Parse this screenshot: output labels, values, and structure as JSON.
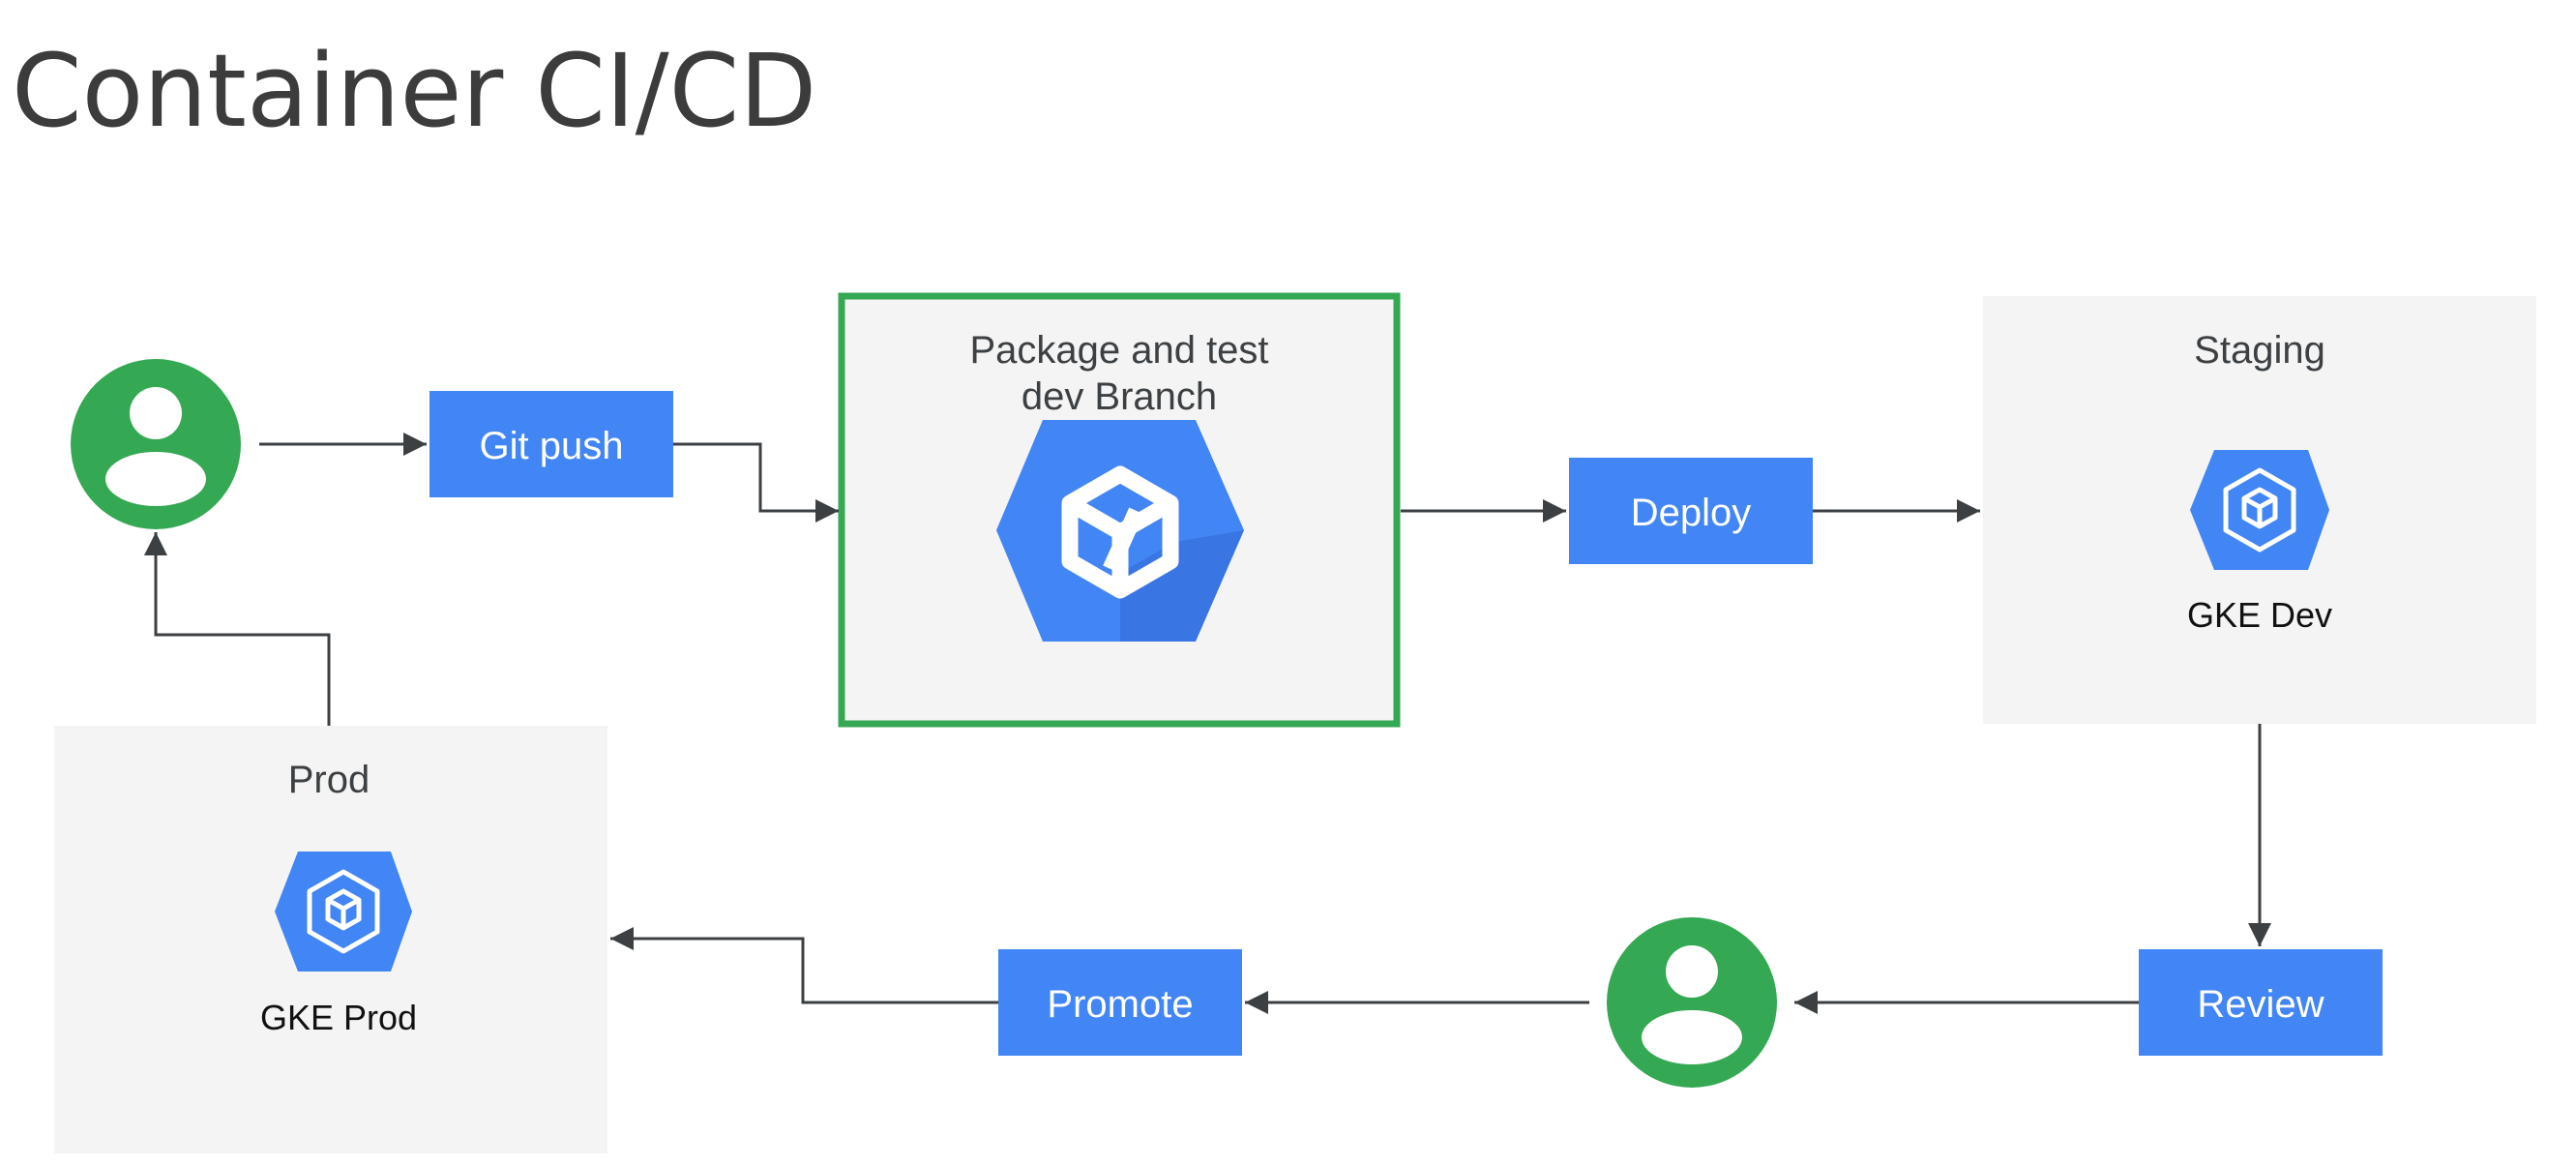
{
  "title": "Container CI/CD",
  "colors": {
    "user_green": "#34a853",
    "step_blue": "#4285f4",
    "icon_blue": "#4285f4",
    "icon_shadow": "#3367d6",
    "highlight_border": "#34a853",
    "panel_gray": "#f4f4f4",
    "arrow": "#3c4043"
  },
  "panels": {
    "build": {
      "label_line1": "Package and test",
      "label_line2": "dev Branch",
      "icon": "cloud-build-icon"
    },
    "staging": {
      "label": "Staging",
      "icon": "gke-icon",
      "cluster_label": "GKE Dev"
    },
    "prod": {
      "label": "Prod",
      "icon": "gke-icon",
      "cluster_label": "GKE Prod"
    }
  },
  "steps": {
    "git_push": "Git push",
    "deploy": "Deploy",
    "review": "Review",
    "promote": "Promote"
  },
  "actors": {
    "developer": {
      "icon": "user-icon"
    },
    "reviewer": {
      "icon": "user-icon"
    }
  }
}
